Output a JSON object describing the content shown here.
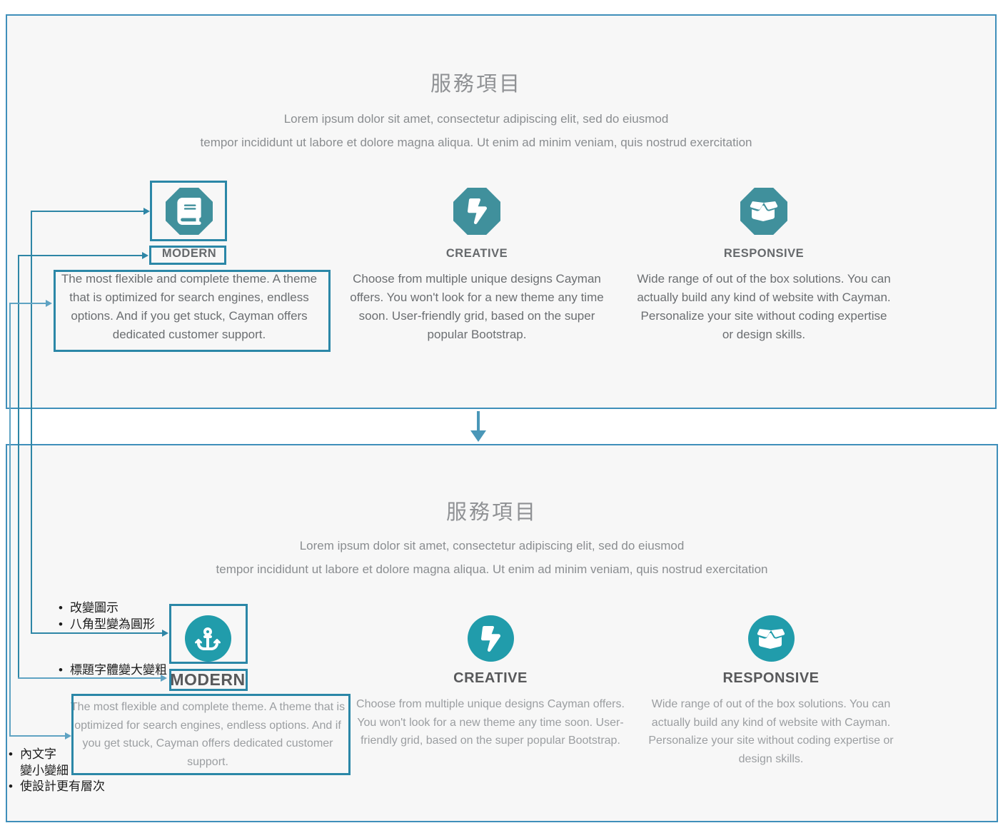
{
  "colors": {
    "panel_background": "#f7f7f7",
    "panel_border": "#3f8fba",
    "annotation_border": "#2b87a7",
    "connector_dark": "#2e86a6",
    "connector_light": "#5fa3c3",
    "flow_arrow": "#4a97b8",
    "octagon_icon_fill": "#40909c",
    "circle_icon_fill": "#219cab",
    "heading_text": "#8f9194",
    "body_text_before": "#6b6e71",
    "body_text_after": "#9b9ea1",
    "column_title_text": "#58595b"
  },
  "top_panel": {
    "title": "服務項目",
    "subtitle": "Lorem ipsum dolor sit amet, consectetur adipiscing elit, sed do eiusmod\ntempor incididunt ut labore et dolore magna aliqua. Ut enim ad minim veniam, quis nostrud exercitation",
    "columns": [
      {
        "icon": "book-icon",
        "icon_shape": "octagon",
        "title": "MODERN",
        "body": "The most flexible and complete theme. A theme\nthat is optimized for search engines, endless\noptions. And if you get stuck, Cayman offers\ndedicated customer support."
      },
      {
        "icon": "lightning-icon",
        "icon_shape": "octagon",
        "title": "CREATIVE",
        "body": "Choose from multiple unique designs Cayman\noffers. You won't look for a new theme any time\nsoon. User-friendly grid, based on the super\npopular Bootstrap."
      },
      {
        "icon": "open-box-icon",
        "icon_shape": "octagon",
        "title": "RESPONSIVE",
        "body": "Wide range of out of the box solutions. You can\nactually build any kind of website with Cayman.\nPersonalize your site without coding expertise\nor design skills."
      }
    ]
  },
  "bottom_panel": {
    "title": "服務項目",
    "subtitle": "Lorem ipsum dolor sit amet, consectetur adipiscing elit, sed do eiusmod\ntempor incididunt ut labore et dolore magna aliqua. Ut enim ad minim veniam, quis nostrud exercitation",
    "columns": [
      {
        "icon": "anchor-icon",
        "icon_shape": "circle",
        "title": "MODERN",
        "body": "The most flexible and complete theme. A theme that is\noptimized for search engines, endless options. And if\nyou get stuck, Cayman offers dedicated customer\nsupport."
      },
      {
        "icon": "lightning-icon",
        "icon_shape": "circle",
        "title": "CREATIVE",
        "body": "Choose from multiple unique designs Cayman offers.\nYou won't look for a new theme any time soon. User-\nfriendly grid, based on the super popular Bootstrap."
      },
      {
        "icon": "open-box-icon",
        "icon_shape": "circle",
        "title": "RESPONSIVE",
        "body": "Wide range of out of the box solutions. You can\nactually build any kind of website with Cayman.\nPersonalize your site without coding expertise or\ndesign skills."
      }
    ]
  },
  "annotations": {
    "icon_notes": [
      "改變圖示",
      "八角型變為圓形"
    ],
    "title_note": "標題字體變大變粗",
    "body_notes": [
      "內文字\n變小變細",
      "使設計更有層次"
    ]
  }
}
